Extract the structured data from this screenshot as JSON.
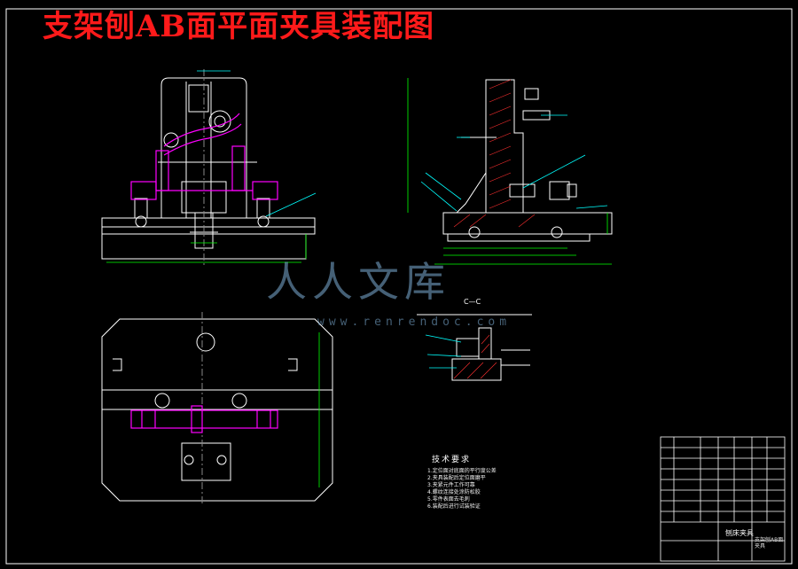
{
  "title": "支架刨AB面平面夹具装配图",
  "watermark": {
    "text": "人人文库",
    "url": "www.renrendoc.com"
  },
  "section_view": {
    "label": "C—C"
  },
  "technical_requirements": {
    "title": "技术要求",
    "lines": [
      "1.定位面对底面的平行度公差",
      "2.夹具装配后定位面磨平",
      "3.夹紧元件工作可靠",
      "4.螺纹连接处涂防松胶",
      "5.零件表面去毛刺",
      "6.装配后进行试装验证"
    ]
  },
  "title_block": {
    "name": "刨床夹具",
    "drawing_name": "支架刨AB面夹具"
  },
  "colors": {
    "background": "#000000",
    "lines": "#ffffff",
    "fixture": "#ff00ff",
    "dimensions": "#00ff00",
    "leaders": "#00ffff",
    "title": "#ff1a1a"
  }
}
